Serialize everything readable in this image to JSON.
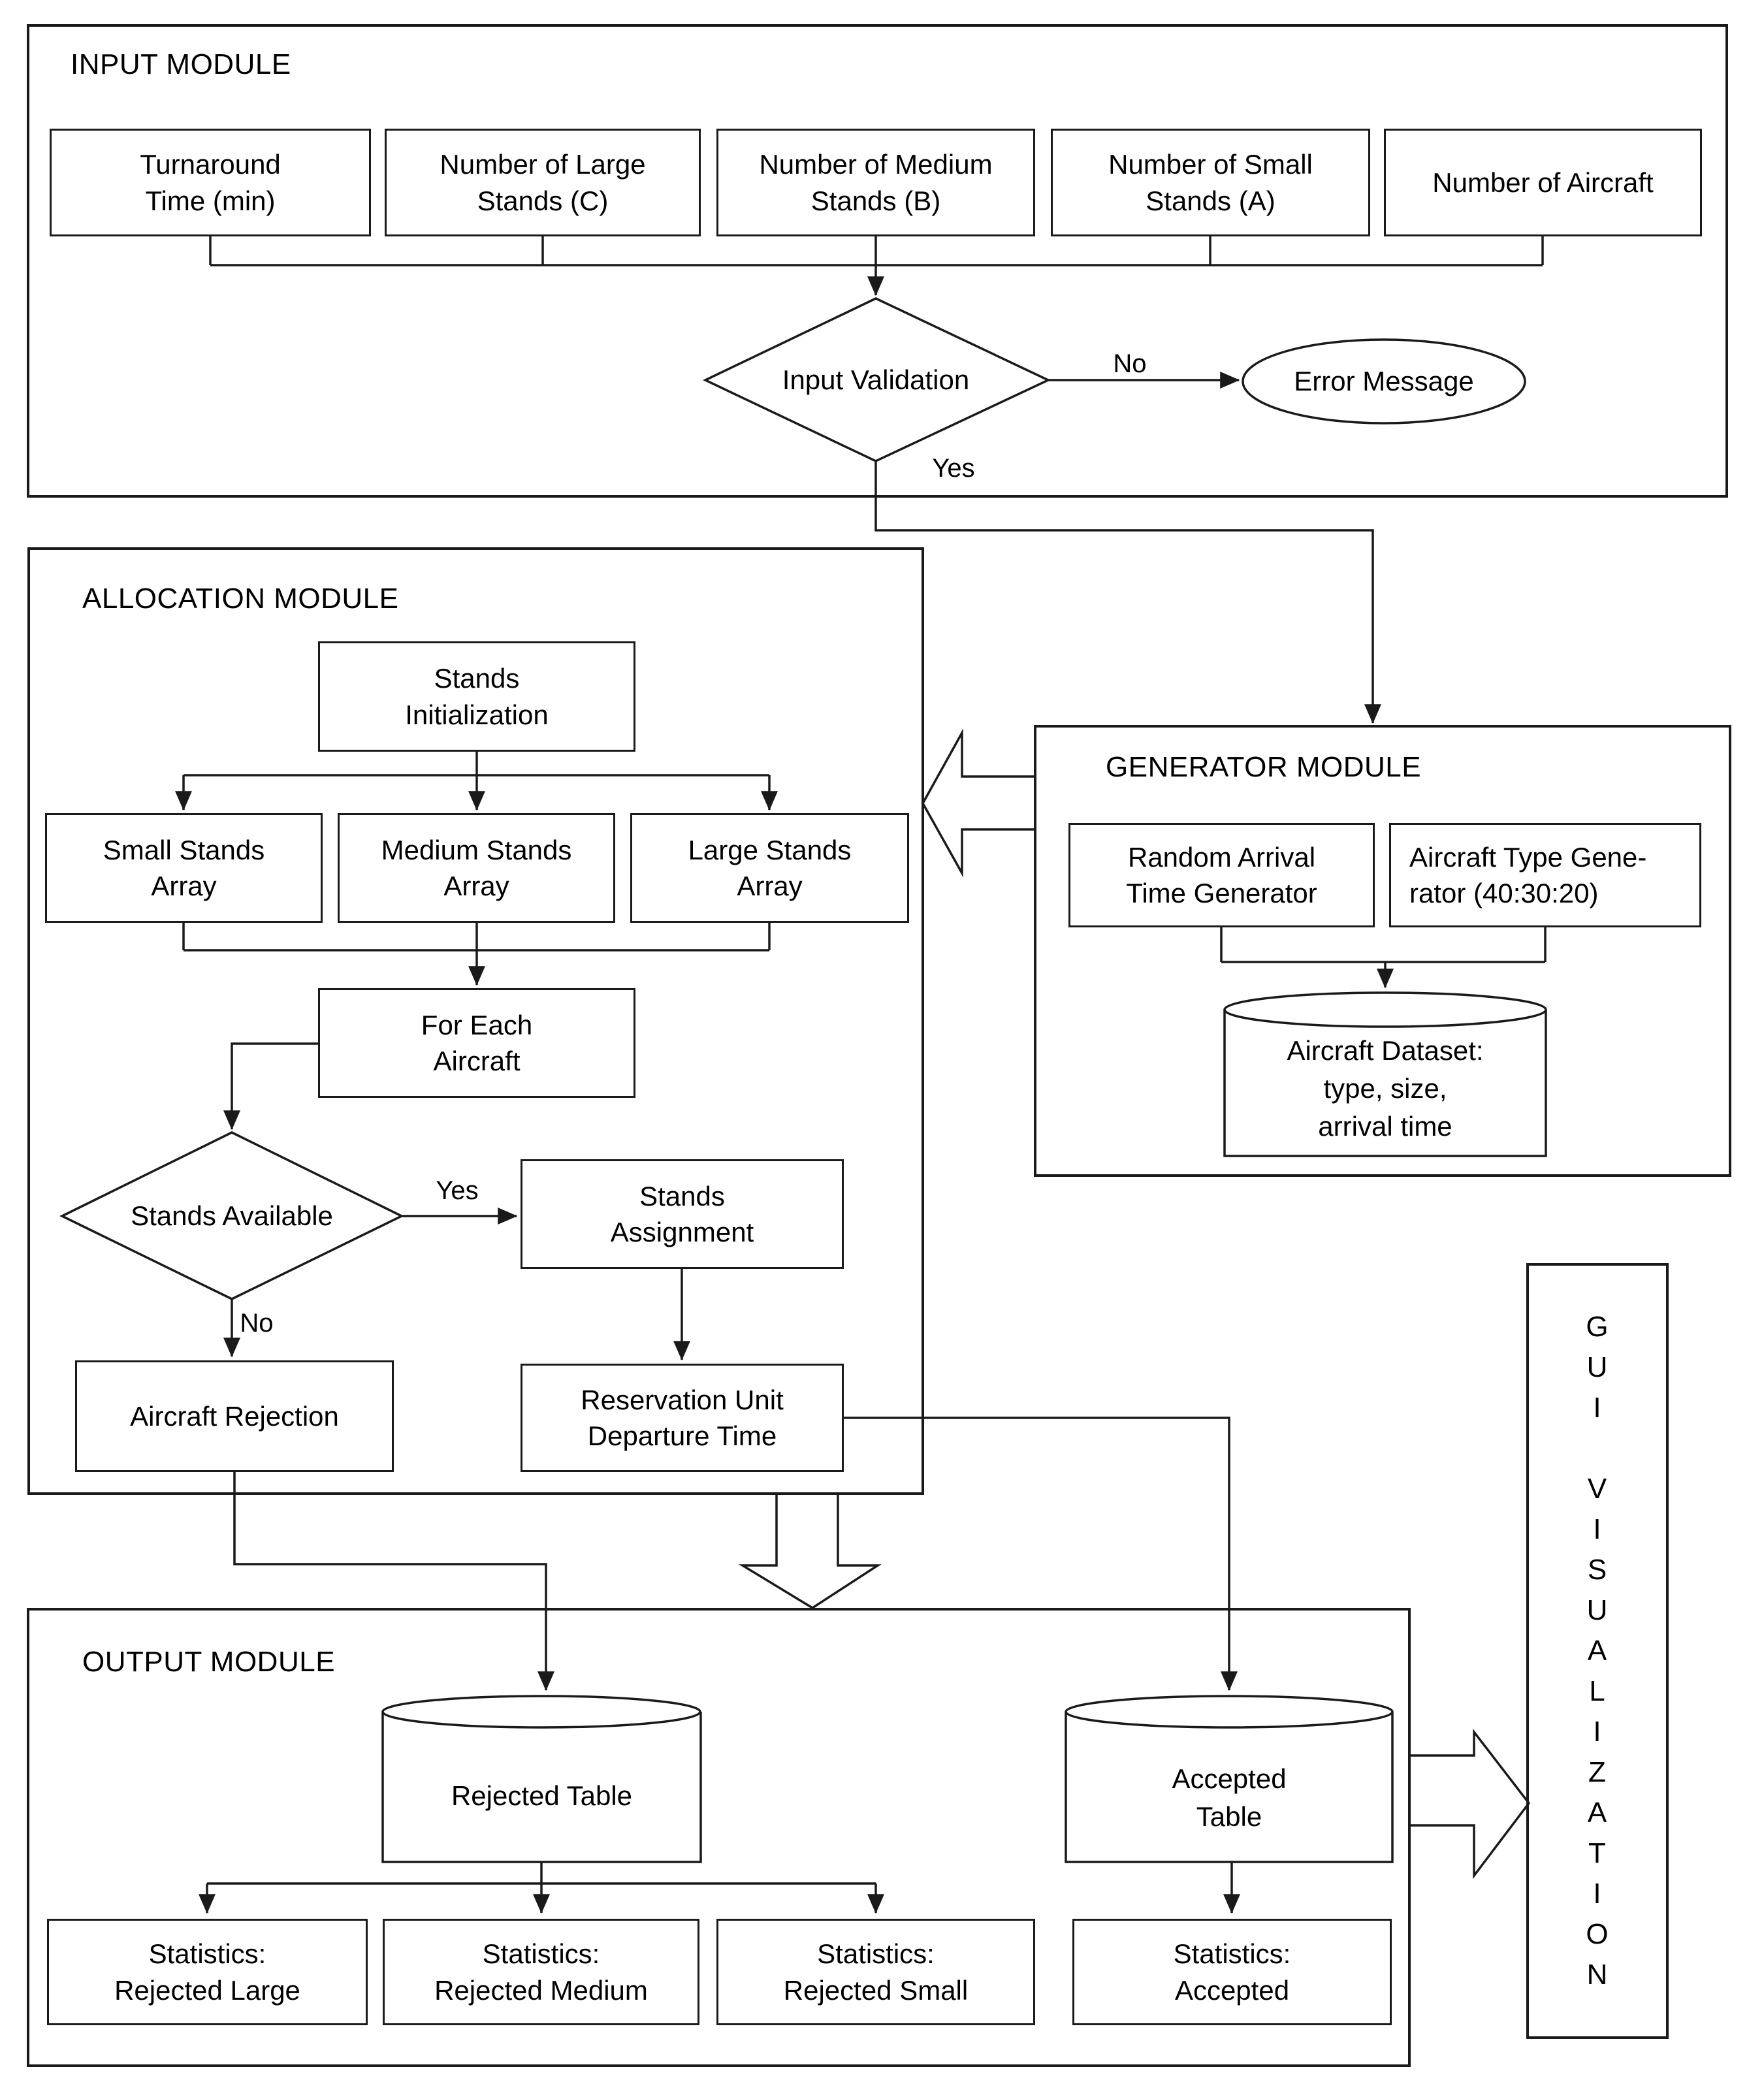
{
  "colors": {
    "line": "#1a1a1a",
    "background": "#ffffff"
  },
  "input_module": {
    "title": "INPUT MODULE",
    "inputs": [
      {
        "label": "Turnaround\nTime (min)"
      },
      {
        "label": "Number of Large\nStands (C)"
      },
      {
        "label": "Number of Medium\nStands (B)"
      },
      {
        "label": "Number of Small\nStands (A)"
      },
      {
        "label": "Number of Aircraft"
      }
    ],
    "validation": {
      "label": "Input Validation",
      "no_label": "No",
      "yes_label": "Yes",
      "error_label": "Error Message"
    }
  },
  "allocation_module": {
    "title": "ALLOCATION MODULE",
    "stands_init": "Stands\nInitialization",
    "arrays": [
      {
        "label": "Small Stands\nArray"
      },
      {
        "label": "Medium Stands\nArray"
      },
      {
        "label": "Large Stands\nArray"
      }
    ],
    "for_each": "For Each\nAircraft",
    "stands_available": {
      "label": "Stands Available",
      "yes_label": "Yes",
      "no_label": "No"
    },
    "stands_assignment": "Stands\nAssignment",
    "aircraft_rejection": "Aircraft Rejection",
    "reservation_unit": "Reservation Unit\nDeparture Time"
  },
  "generator_module": {
    "title": "GENERATOR MODULE",
    "random_arrival": "Random Arrival\nTime Generator",
    "aircraft_type": "Aircraft Type Gene-\nrator (40:30:20)",
    "dataset": "Aircraft Dataset:\ntype, size,\narrival time"
  },
  "output_module": {
    "title": "OUTPUT MODULE",
    "rejected_table": "Rejected Table",
    "accepted_table": "Accepted\nTable",
    "stats": [
      {
        "label": "Statistics:\nRejected Large"
      },
      {
        "label": "Statistics:\nRejected Medium"
      },
      {
        "label": "Statistics:\nRejected Small"
      },
      {
        "label": "Statistics:\nAccepted"
      }
    ]
  },
  "gui": {
    "label": "G\nU\nI\n\nV\nI\nS\nU\nA\nL\nI\nZ\nA\nT\nI\nO\nN"
  }
}
